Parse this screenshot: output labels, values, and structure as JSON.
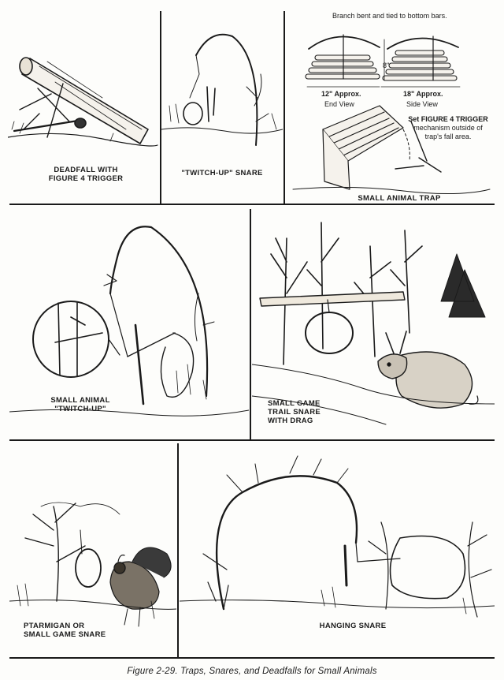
{
  "figure_caption": "Figure 2-29.  Traps, Snares, and Deadfalls for Small Animals",
  "panels": {
    "deadfall": {
      "caption_line1": "DEADFALL WITH",
      "caption_line2": "FIGURE 4 TRIGGER"
    },
    "twitch_up": {
      "caption": "\"TWITCH-UP\" SNARE"
    },
    "small_animal_trap": {
      "note_top": "Branch bent and tied to bottom bars.",
      "dim_height": "8\"",
      "dim_end": "12\" Approx.",
      "dim_side": "18\" Approx.",
      "end_view": "End View",
      "side_view": "Side View",
      "trigger_note_line1": "Set FIGURE 4 TRIGGER",
      "trigger_note_line2": "mechanism outside of",
      "trigger_note_line3": "trap's fall area.",
      "caption": "SMALL ANIMAL TRAP"
    },
    "small_animal_twitch": {
      "caption_line1": "SMALL ANIMAL",
      "caption_line2": "\"TWITCH-UP\""
    },
    "trail_snare": {
      "caption_line1": "SMALL GAME",
      "caption_line2": "TRAIL SNARE",
      "caption_line3": "WITH DRAG"
    },
    "ptarmigan": {
      "caption_line1": "PTARMIGAN OR",
      "caption_line2": "SMALL GAME SNARE"
    },
    "hanging": {
      "caption": "HANGING SNARE"
    }
  }
}
